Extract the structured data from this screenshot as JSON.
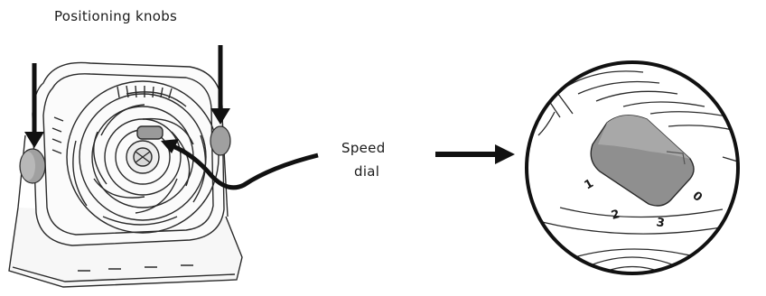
{
  "labels": {
    "positioning_knobs": "Positioning knobs",
    "speed_line1": "Speed",
    "speed_line2": "dial"
  },
  "dial_marks": [
    "1",
    "2",
    "3",
    "0"
  ],
  "colors": {
    "line": "#2a2a2a",
    "knob": "#9a9a9a",
    "dial_knob": "#8f8f8f",
    "arrow": "#111111"
  }
}
